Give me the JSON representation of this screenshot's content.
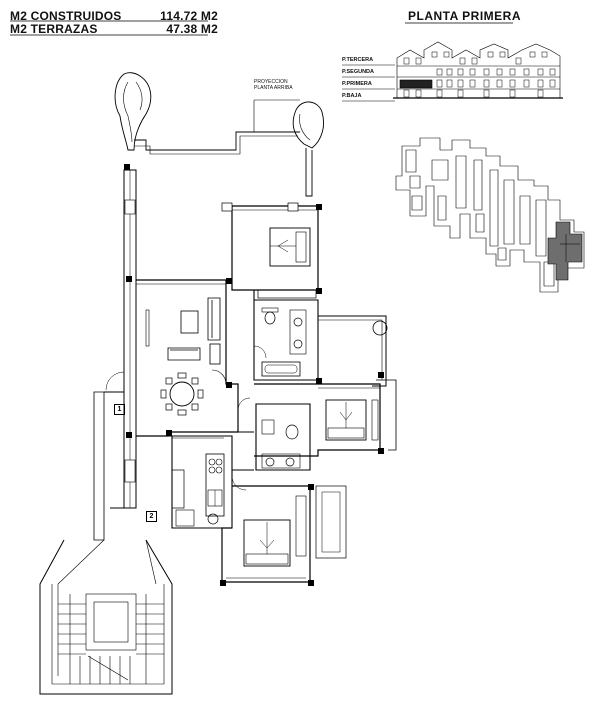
{
  "summary": {
    "built_label": "M2 CONSTRUIDOS",
    "built_value": "114.72 M2",
    "terrace_label": "M2 TERRAZAS",
    "terrace_value": "47.38 M2"
  },
  "floor_title": "PLANTA PRIMERA",
  "elevation_levels": [
    "P.TERCERA",
    "P.SEGUNDA",
    "P.PRIMERA",
    "P.BAJA"
  ],
  "projection_note": [
    "PROYECCION",
    "PLANTA ARRIBA"
  ],
  "entrance_markers": [
    "1",
    "2"
  ],
  "colors": {
    "line": "#000000",
    "highlight": "#6e6e6e",
    "wall_fill": "#ffffff"
  }
}
